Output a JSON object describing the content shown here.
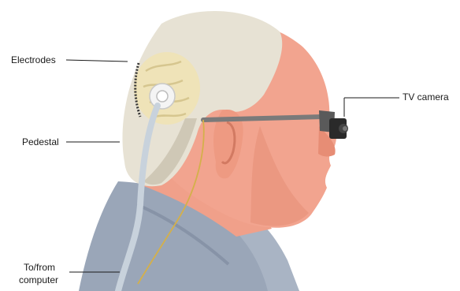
{
  "labels": {
    "electrodes": "Electrodes",
    "pedestal": "Pedestal",
    "tv_camera": "TV camera",
    "to_from": "To/from",
    "computer": "computer"
  },
  "colors": {
    "skin": "#f2a48f",
    "skin_shadow": "#e0806a",
    "hair": "#e7e2d4",
    "hair_shadow": "#cfc8b6",
    "shirt": "#9aa6b8",
    "shirt_shadow": "#7f8ca0",
    "brain": "#efe3b8",
    "pedestal": "#f4f4f4",
    "cable": "#c8d2dc",
    "wire": "#d4b04a",
    "glasses": "#7a7a7a",
    "camera": "#2a2a2a"
  }
}
